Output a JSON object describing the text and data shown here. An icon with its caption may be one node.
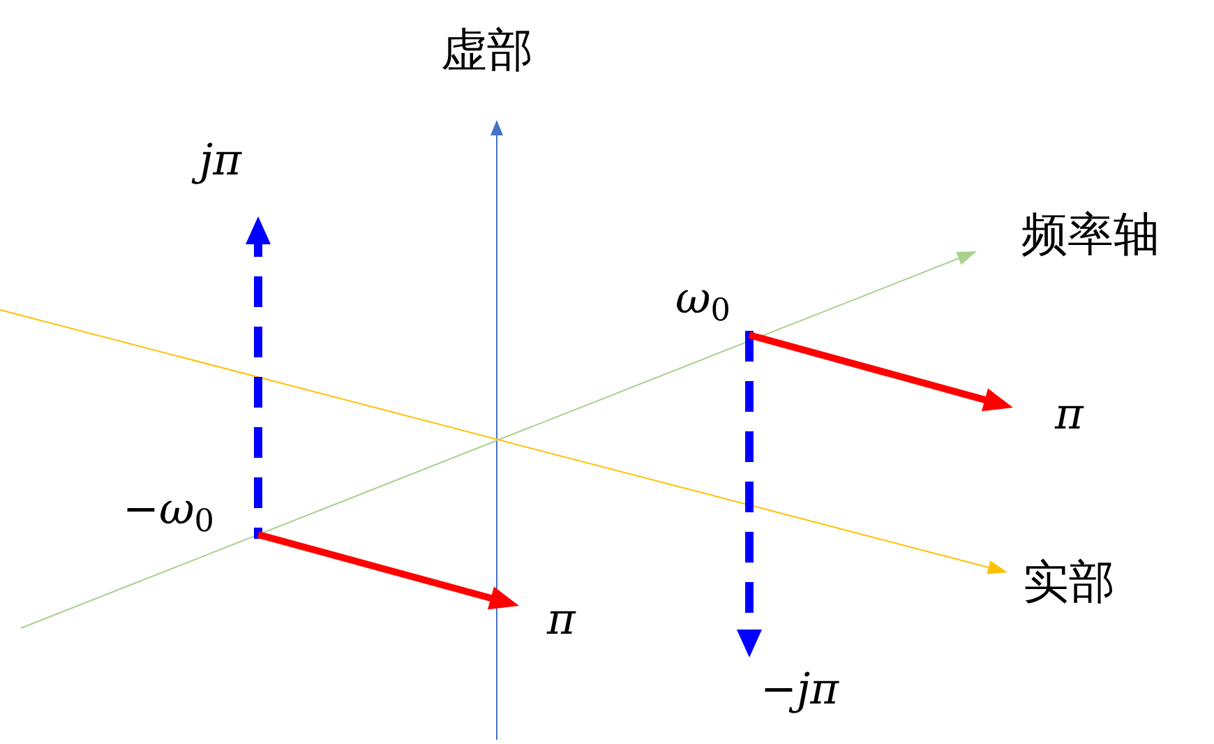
{
  "diagram": {
    "labels": [
      "虚部",
      "jπ",
      "频率轴",
      "ω$_{0}$",
      "π",
      "−ω$_{0}$",
      "实部",
      "π",
      "−jπ"
    ]
  }
}
